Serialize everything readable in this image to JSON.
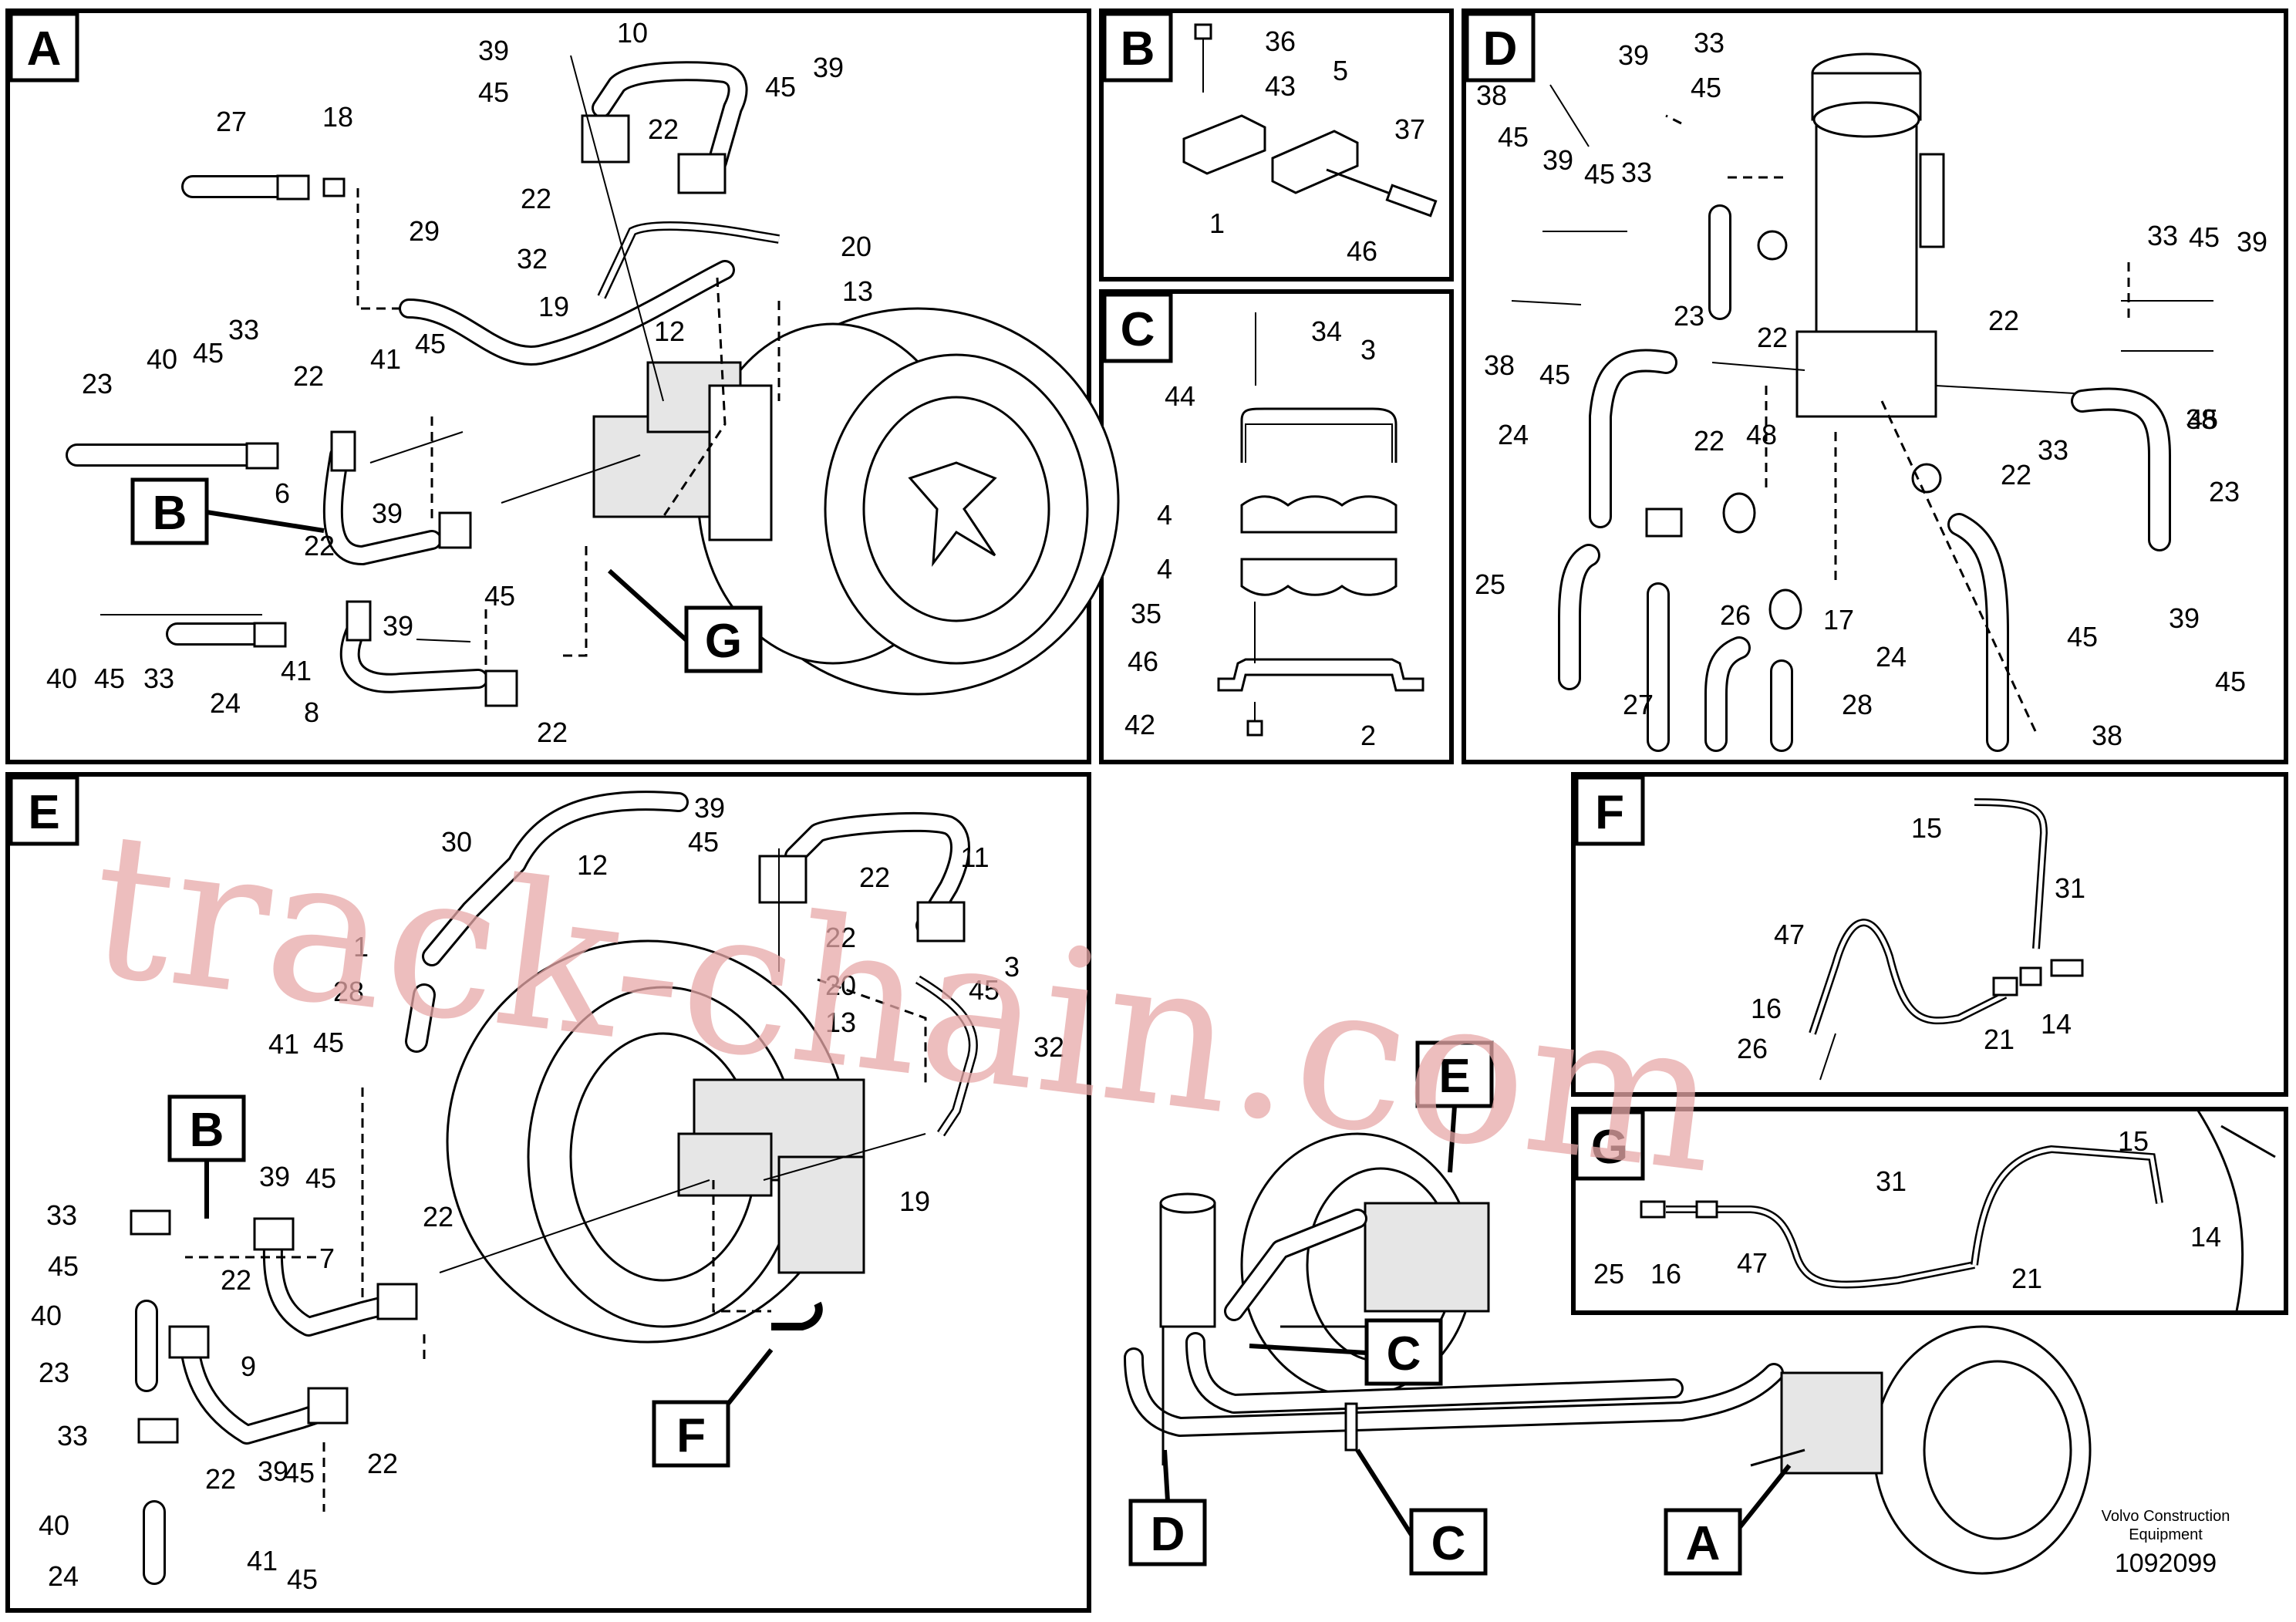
{
  "panels": [
    {
      "id": "A",
      "letter": "A"
    },
    {
      "id": "B",
      "letter": "B"
    },
    {
      "id": "C",
      "letter": "C"
    },
    {
      "id": "D",
      "letter": "D"
    },
    {
      "id": "E",
      "letter": "E"
    },
    {
      "id": "F",
      "letter": "F"
    },
    {
      "id": "G",
      "letter": "G"
    }
  ],
  "callouts": {
    "A": [
      "39",
      "10",
      "45",
      "45",
      "39",
      "27",
      "18",
      "22",
      "22",
      "32",
      "20",
      "19",
      "29",
      "13",
      "12",
      "23",
      "40",
      "45",
      "33",
      "22",
      "41",
      "45",
      "22",
      "6",
      "39",
      "22",
      "B",
      "45",
      "39",
      "40",
      "45",
      "33",
      "24",
      "41",
      "8",
      "22",
      "G"
    ],
    "B": [
      "36",
      "43",
      "5",
      "37",
      "1",
      "46"
    ],
    "C": [
      "34",
      "3",
      "44",
      "4",
      "4",
      "35",
      "46",
      "42",
      "2"
    ],
    "D": [
      "39",
      "33",
      "38",
      "45",
      "45",
      "39",
      "45",
      "33",
      "23",
      "22",
      "38",
      "45",
      "33",
      "45",
      "39",
      "22",
      "24",
      "22",
      "48",
      "22",
      "45",
      "38",
      "49",
      "33",
      "23",
      "25",
      "26",
      "17",
      "27",
      "28",
      "24",
      "45",
      "39",
      "45",
      "38"
    ],
    "E": [
      "39",
      "45",
      "30",
      "12",
      "11",
      "22",
      "1",
      "22",
      "3",
      "28",
      "20",
      "45",
      "13",
      "32",
      "45",
      "41",
      "B",
      "19",
      "39",
      "45",
      "33",
      "22",
      "7",
      "45",
      "22",
      "40",
      "23",
      "9",
      "33",
      "39",
      "45",
      "22",
      "22",
      "40",
      "41",
      "45",
      "24",
      "F"
    ],
    "F": [
      "15",
      "31",
      "47",
      "16",
      "26",
      "21",
      "14"
    ],
    "G": [
      "15",
      "31",
      "14",
      "25",
      "16",
      "47",
      "21"
    ],
    "overview": [
      "E",
      "C",
      "C",
      "D",
      "A"
    ]
  },
  "watermark": "track-chain.com",
  "footer": {
    "company": "Volvo Construction Equipment",
    "company_line1": "Volvo Construction",
    "company_line2": "Equipment",
    "doc_number": "1092099"
  }
}
